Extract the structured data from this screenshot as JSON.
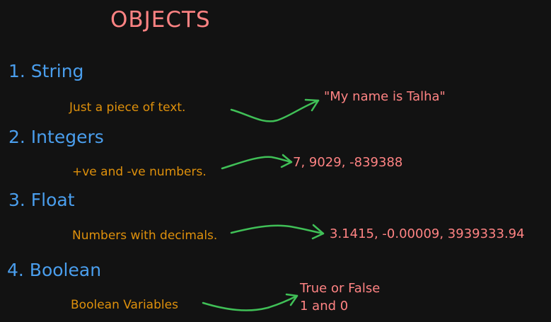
{
  "title": "OBJECTS",
  "colors": {
    "background": "#121212",
    "title": "#ff8383",
    "heading": "#4a9eed",
    "description": "#f59e0b",
    "example": "#ff8383",
    "arrow": "#40c057"
  },
  "items": [
    {
      "heading": "1. String",
      "description": "Just a piece of text.",
      "example": "\"My name is Talha\""
    },
    {
      "heading": "2. Integers",
      "description": "+ve and -ve numbers.",
      "example": "7, 9029, -839388"
    },
    {
      "heading": "3. Float",
      "description": "Numbers with decimals.",
      "example": "3.1415, -0.00009, 3939333.94"
    },
    {
      "heading": "4. Boolean",
      "description": "Boolean Variables",
      "example_lines": [
        "True or False",
        "1 and 0"
      ]
    }
  ]
}
